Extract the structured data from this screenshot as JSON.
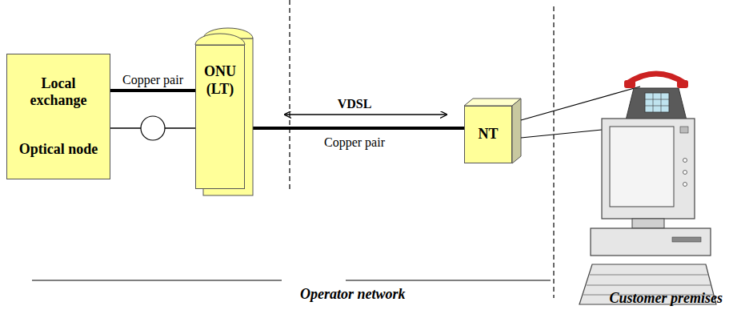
{
  "diagram": {
    "nodes": [
      {
        "text": [
          "Local exchange",
          "Optical node"
        ]
      },
      {
        "text": [
          "ONU (LT)"
        ]
      },
      {
        "text": [
          "NT"
        ]
      }
    ],
    "edges": [
      {
        "from": 0,
        "to": 1,
        "label": "Copper pair",
        "arrow": "none"
      },
      {
        "from": 0,
        "to": 1,
        "arrow": "none"
      },
      {
        "from": 1,
        "to": 2,
        "label": "VDSL",
        "arrow": "both"
      },
      {
        "from": 1,
        "to": 2,
        "label": "Copper pair",
        "arrow": "none"
      }
    ],
    "labels": [
      "Operator network",
      "Customer premises"
    ]
  }
}
